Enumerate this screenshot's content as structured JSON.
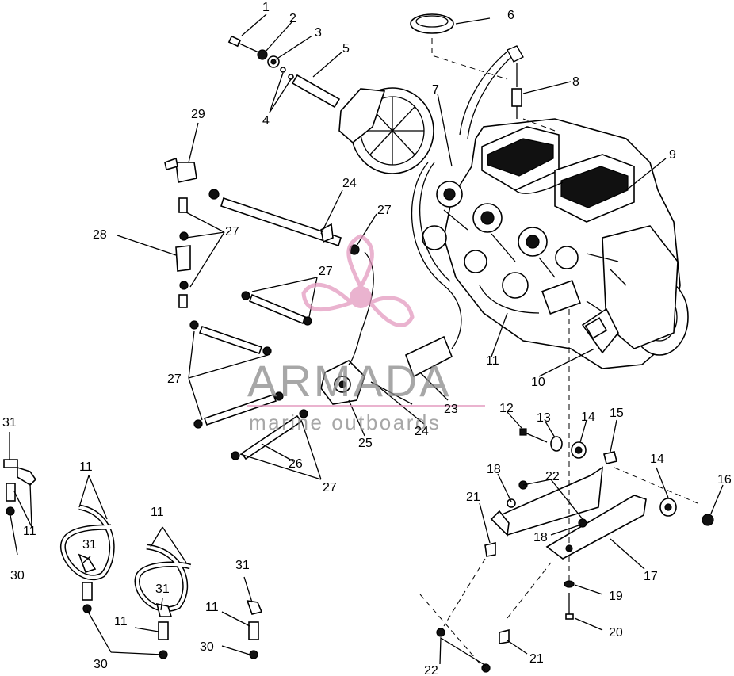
{
  "callouts": [
    {
      "id": "c1",
      "text": "1"
    },
    {
      "id": "c2",
      "text": "2"
    },
    {
      "id": "c3",
      "text": "3"
    },
    {
      "id": "c4",
      "text": "4"
    },
    {
      "id": "c5",
      "text": "5"
    },
    {
      "id": "c6",
      "text": "6"
    },
    {
      "id": "c7",
      "text": "7"
    },
    {
      "id": "c8",
      "text": "8"
    },
    {
      "id": "c9",
      "text": "9"
    },
    {
      "id": "c10",
      "text": "10"
    },
    {
      "id": "c11a",
      "text": "11"
    },
    {
      "id": "c12",
      "text": "12"
    },
    {
      "id": "c13",
      "text": "13"
    },
    {
      "id": "c14a",
      "text": "14"
    },
    {
      "id": "c15",
      "text": "15"
    },
    {
      "id": "c14b",
      "text": "14"
    },
    {
      "id": "c16",
      "text": "16"
    },
    {
      "id": "c17",
      "text": "17"
    },
    {
      "id": "c18a",
      "text": "18"
    },
    {
      "id": "c18b",
      "text": "18"
    },
    {
      "id": "c19",
      "text": "19"
    },
    {
      "id": "c20",
      "text": "20"
    },
    {
      "id": "c21a",
      "text": "21"
    },
    {
      "id": "c21b",
      "text": "21"
    },
    {
      "id": "c22a",
      "text": "22"
    },
    {
      "id": "c22b",
      "text": "22"
    },
    {
      "id": "c23",
      "text": "23"
    },
    {
      "id": "c24a",
      "text": "24"
    },
    {
      "id": "c24b",
      "text": "24"
    },
    {
      "id": "c25",
      "text": "25"
    },
    {
      "id": "c26",
      "text": "26"
    },
    {
      "id": "c27a",
      "text": "27"
    },
    {
      "id": "c27b",
      "text": "27"
    },
    {
      "id": "c27c",
      "text": "27"
    },
    {
      "id": "c27d",
      "text": "27"
    },
    {
      "id": "c27e",
      "text": "27"
    },
    {
      "id": "c28",
      "text": "28"
    },
    {
      "id": "c29",
      "text": "29"
    },
    {
      "id": "c30a",
      "text": "30"
    },
    {
      "id": "c30b",
      "text": "30"
    },
    {
      "id": "c30c",
      "text": "30"
    },
    {
      "id": "c31a",
      "text": "31"
    },
    {
      "id": "c31b",
      "text": "31"
    },
    {
      "id": "c31c",
      "text": "31"
    },
    {
      "id": "c31d",
      "text": "31"
    },
    {
      "id": "c11b",
      "text": "11"
    },
    {
      "id": "c11c",
      "text": "11"
    },
    {
      "id": "c11d",
      "text": "11"
    },
    {
      "id": "c11e",
      "text": "11"
    },
    {
      "id": "c11f",
      "text": "11"
    }
  ],
  "watermark": {
    "brand": "ARMADA",
    "tagline": "marine outboards",
    "color": "#e39ac0"
  }
}
